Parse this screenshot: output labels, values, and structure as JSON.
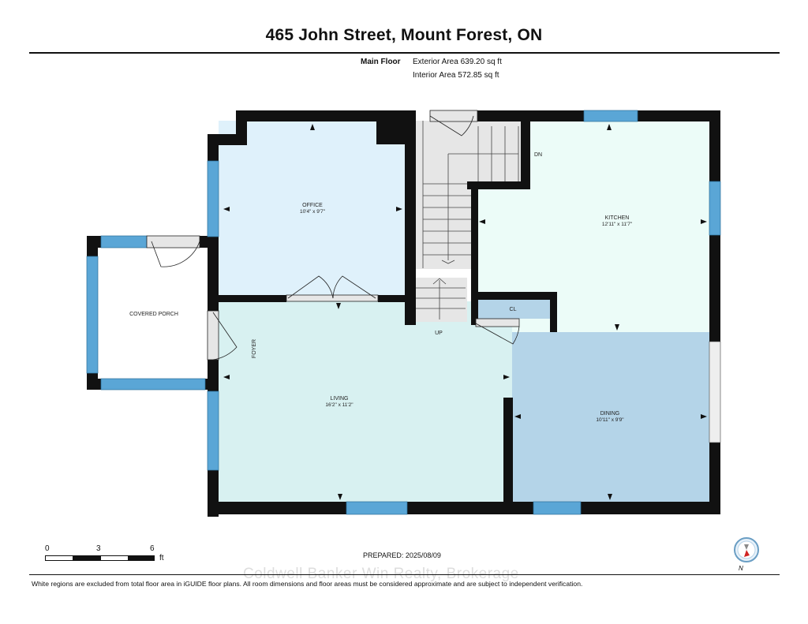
{
  "header": {
    "title": "465 John Street, Mount Forest, ON",
    "floor_label": "Main Floor",
    "exterior_area": "Exterior Area 639.20 sq ft",
    "interior_area": "Interior Area 572.85 sq ft"
  },
  "rooms": {
    "office": {
      "name": "OFFICE",
      "dims": "10'4\" x 9'7\""
    },
    "kitchen": {
      "name": "KITCHEN",
      "dims": "12'11\" x 11'7\""
    },
    "living": {
      "name": "LIVING",
      "dims": "16'2\" x 11'2\""
    },
    "dining": {
      "name": "DINING",
      "dims": "10'11\" x 9'9\""
    },
    "covered_porch": {
      "name": "COVERED PORCH"
    },
    "foyer": {
      "name": "FOYER"
    },
    "closet": {
      "name": "CL"
    },
    "stairs_up": {
      "label": "UP"
    },
    "stairs_down": {
      "label": "DN"
    }
  },
  "colors": {
    "office": "#dff1fb",
    "kitchen": "#ecfcf8",
    "living": "#d8f1f1",
    "dining": "#b4d4e8",
    "closet": "#b4d4e8",
    "wall": "#111111",
    "window": "#5aa6d6",
    "stairs": "#e6e6e6",
    "compass_arrow": "#d02424"
  },
  "scale_bar": {
    "labels": [
      "0",
      "3",
      "6"
    ],
    "unit": "ft"
  },
  "prepared": "PREPARED: 2025/08/09",
  "compass": {
    "label": "N"
  },
  "watermark": "Coldwell Banker Win Realty, Brokerage",
  "footer": "White regions are excluded from total floor area in iGUIDE floor plans. All room dimensions and floor areas must be considered approximate and are subject to independent verification."
}
